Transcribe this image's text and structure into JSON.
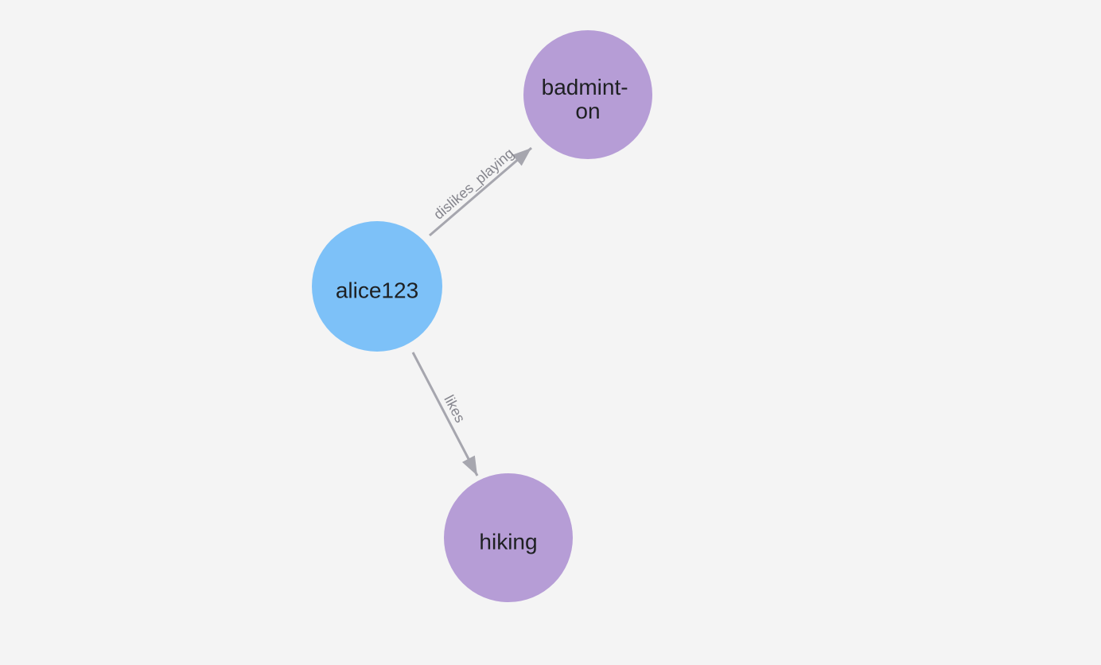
{
  "graph": {
    "background": "#f4f4f4",
    "nodes": [
      {
        "id": "alice123",
        "label": "alice123",
        "lines": [
          "alice123"
        ],
        "kind": "user-node",
        "fill": "#7dc1f8",
        "text_color": "#1e2022"
      },
      {
        "id": "badminton",
        "label": "badminton",
        "lines": [
          "badmint-",
          "on"
        ],
        "kind": "interest-node",
        "fill": "#b69dd6",
        "text_color": "#1e2022"
      },
      {
        "id": "hiking",
        "label": "hiking",
        "lines": [
          "hiking"
        ],
        "kind": "interest-node",
        "fill": "#b69dd6",
        "text_color": "#1e2022"
      }
    ],
    "edges": [
      {
        "label": "dislikes_playing",
        "source": "alice123",
        "target": "badminton",
        "color": "#a6a6ae",
        "label_color": "#85858d"
      },
      {
        "label": "likes",
        "source": "alice123",
        "target": "hiking",
        "color": "#a6a6ae",
        "label_color": "#85858d"
      }
    ]
  }
}
